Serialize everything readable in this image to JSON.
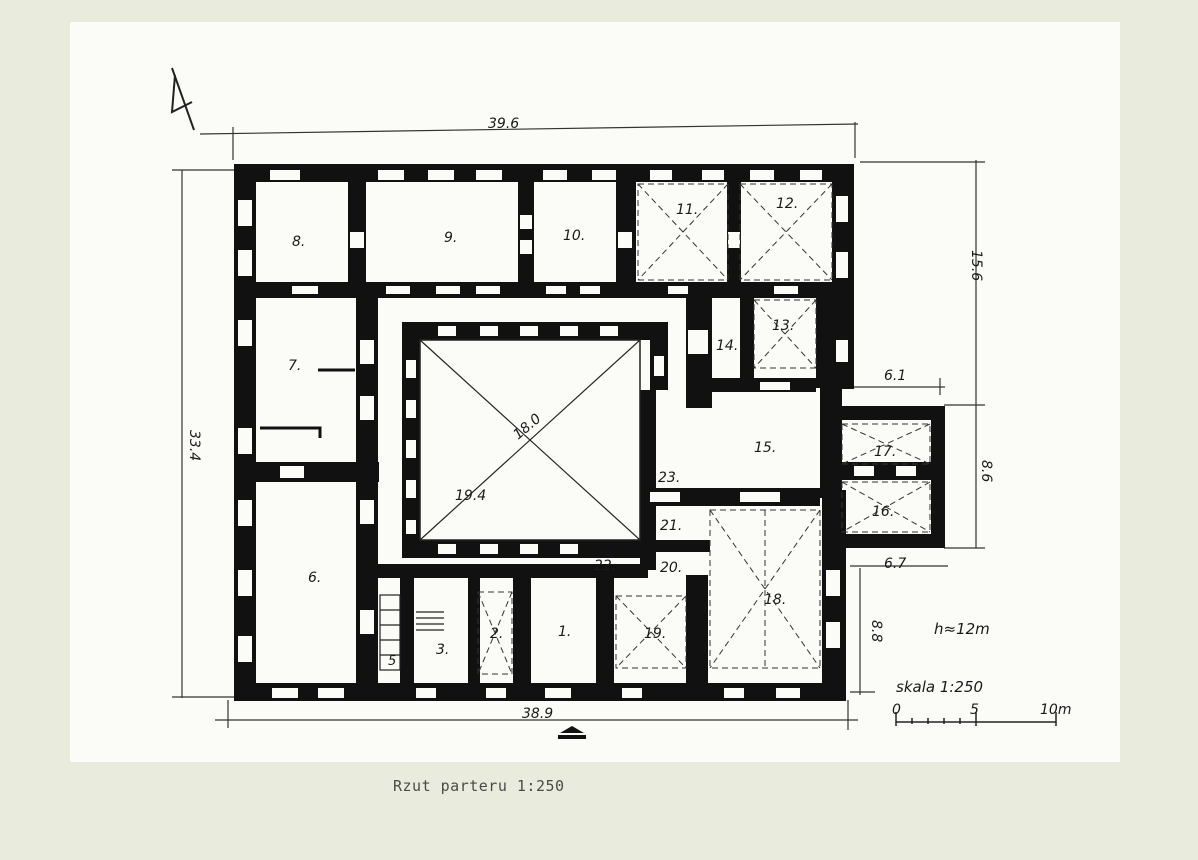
{
  "plan": {
    "rooms": [
      {
        "id": "r1",
        "label": "1."
      },
      {
        "id": "r2",
        "label": "2."
      },
      {
        "id": "r3",
        "label": "3."
      },
      {
        "id": "r5",
        "label": "5"
      },
      {
        "id": "r6",
        "label": "6."
      },
      {
        "id": "r7",
        "label": "7."
      },
      {
        "id": "r8",
        "label": "8."
      },
      {
        "id": "r9",
        "label": "9."
      },
      {
        "id": "r10",
        "label": "10."
      },
      {
        "id": "r11",
        "label": "11."
      },
      {
        "id": "r12",
        "label": "12."
      },
      {
        "id": "r13",
        "label": "13."
      },
      {
        "id": "r14",
        "label": "14."
      },
      {
        "id": "r15",
        "label": "15."
      },
      {
        "id": "r16",
        "label": "16."
      },
      {
        "id": "r17",
        "label": "17."
      },
      {
        "id": "r18",
        "label": "18."
      },
      {
        "id": "r19",
        "label": "19."
      },
      {
        "id": "r20",
        "label": "20."
      },
      {
        "id": "r21",
        "label": "21."
      },
      {
        "id": "r22",
        "label": "22."
      },
      {
        "id": "r23",
        "label": "23."
      }
    ],
    "dimensions": {
      "top_width": "39.6",
      "bottom_width": "38.9",
      "left_height": "33.4",
      "right_upper": "15.6",
      "annex_top": "6.1",
      "annex_height": "8.6",
      "annex_bottom": "6.7",
      "right_lower": "8.8",
      "courtyard_diag_a": "18.0",
      "courtyard_diag_b": "19.4"
    },
    "height_note": "h≈12m",
    "scale_label": "skala 1:250",
    "scalebar_ticks": [
      "0",
      "5",
      "10m"
    ]
  },
  "caption": "Rzut parteru 1:250"
}
